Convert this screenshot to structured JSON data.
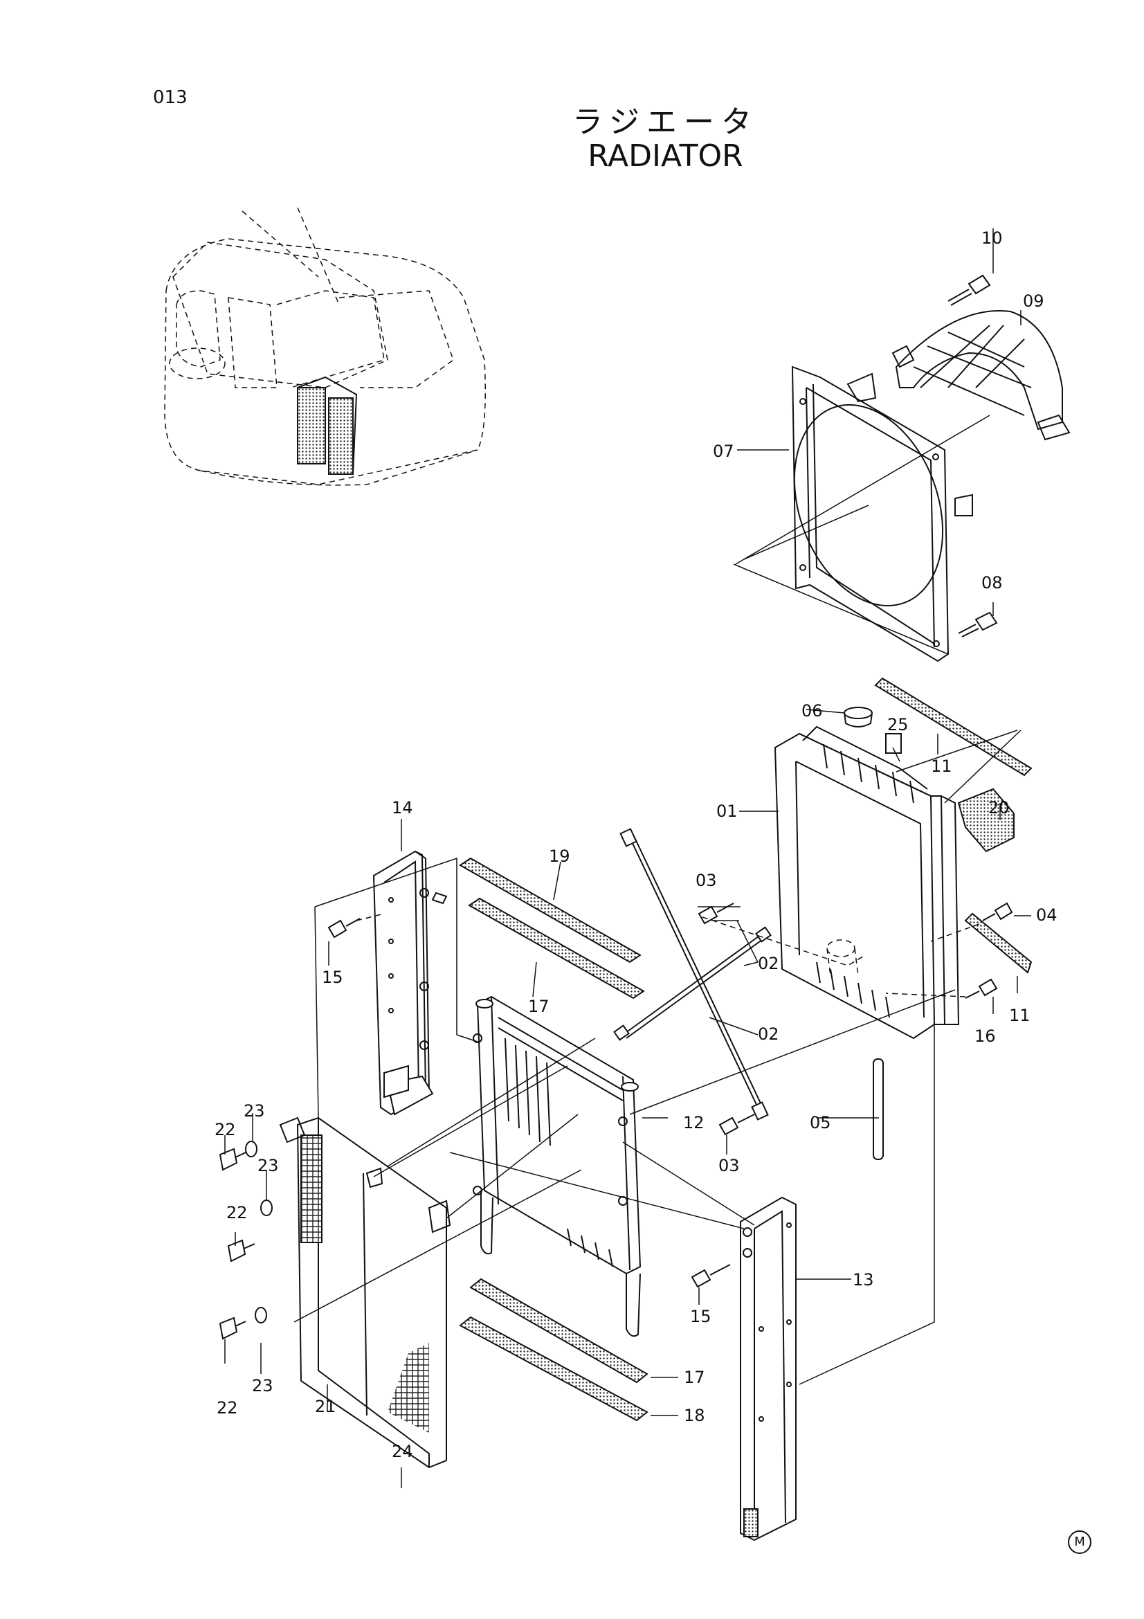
{
  "page_number": "013",
  "title_jp": "ラジエータ",
  "title_en": "RADIATOR",
  "corner_mark": "M",
  "callouts": [
    "10",
    "09",
    "07",
    "08",
    "06",
    "25",
    "11",
    "01",
    "20",
    "14",
    "19",
    "03",
    "02",
    "04",
    "15",
    "17",
    "02",
    "11",
    "16",
    "23",
    "22",
    "12",
    "05",
    "03",
    "23",
    "22",
    "13",
    "15",
    "23",
    "22",
    "21",
    "24",
    "17",
    "18"
  ]
}
